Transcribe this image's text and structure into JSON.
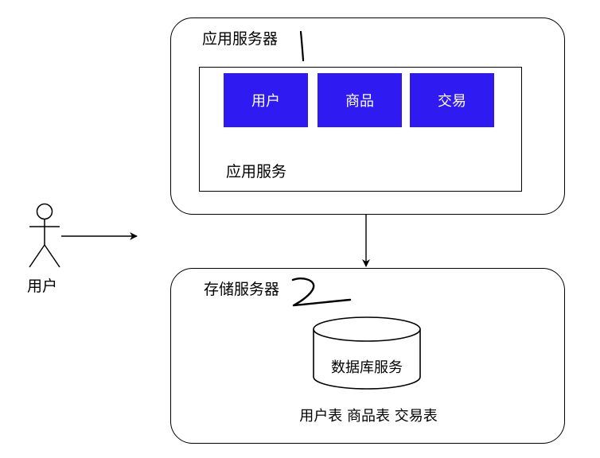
{
  "app_server": {
    "title": "应用服务器",
    "service_label": "应用服务",
    "modules": [
      "用户",
      "商品",
      "交易"
    ],
    "annotation": "1"
  },
  "storage_server": {
    "title": "存储服务器",
    "database_label": "数据库服务",
    "tables_label": "用户表 商品表 交易表",
    "annotation": "2"
  },
  "actor": {
    "label": "用户"
  },
  "colors": {
    "module_fill": "#2f1bf2",
    "module_text": "#ffffff",
    "stroke": "#000000"
  },
  "icons": [
    "stick-figure-icon",
    "database-cylinder-icon",
    "arrow-right-icon",
    "arrow-down-icon"
  ]
}
